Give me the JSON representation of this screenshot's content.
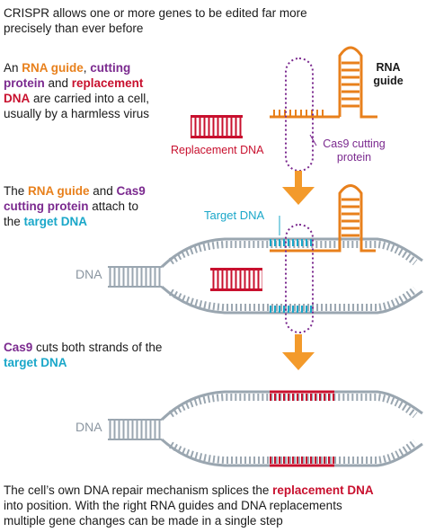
{
  "header": {
    "line1": "CRISPR allows one or more genes to be edited far more",
    "line2": "precisely than ever before"
  },
  "step1": {
    "t1": "An ",
    "rna_guide": "RNA guide",
    "t2": ", ",
    "cutting_protein_a": "cutting",
    "cutting_protein_b": "protein",
    "t3": " and ",
    "replacement_a": "replacement",
    "replacement_b": "DNA",
    "t4": " are carried into a cell,",
    "line4": "usually by a harmless virus"
  },
  "labels": {
    "rna_guide_a": "RNA",
    "rna_guide_b": "guide",
    "replacement_dna": "Replacement DNA",
    "cas9_a": "Cas9 cutting",
    "cas9_b": "protein",
    "target_dna": "Target DNA",
    "dna1": "DNA",
    "dna2": "DNA"
  },
  "step2": {
    "t1": "The ",
    "rna_guide": "RNA guide",
    "t2": " and ",
    "cas9": "Cas9",
    "cutting_protein": "cutting protein",
    "t3": " attach to",
    "t4": "the ",
    "target_dna": "target DNA"
  },
  "step3": {
    "cas9": "Cas9",
    "t1": " cuts both strands of the",
    "target_dna": "target DNA"
  },
  "footer": {
    "t1": "The cell’s own DNA repair mechanism splices the ",
    "replacement_dna": "replacement DNA",
    "line2": "into position. With the right RNA guides and DNA replacements",
    "line3": "multiple gene changes can be made in a single step"
  },
  "colors": {
    "orange": "#e8801c",
    "purple": "#7b2a8f",
    "red": "#c8102e",
    "cyan": "#1aa7c9",
    "grey_dna": "#9aa6b0"
  }
}
